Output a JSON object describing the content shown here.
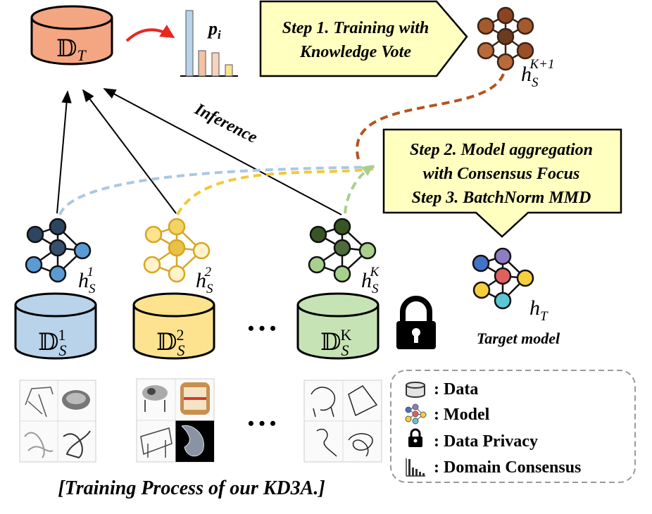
{
  "target_db": {
    "symbol": "𝔻",
    "sub": "T"
  },
  "prob_label": {
    "main": "p",
    "sub": "i"
  },
  "step1": {
    "line1": "Step 1. Training with",
    "line2": "Knowledge Vote"
  },
  "step23": {
    "line1": "Step 2. Model aggregation",
    "line2": "with Consensus Focus",
    "line3": "Step 3. BatchNorm MMD"
  },
  "inference_label": "Inference",
  "agg_model": {
    "h": "h",
    "sub": "S",
    "sup": "K+1"
  },
  "target_model": {
    "h": "h",
    "sub": "T",
    "caption": "Target model"
  },
  "sources": [
    {
      "db_symbol": "𝔻",
      "db_sub": "S",
      "db_sup": "1",
      "h": "h",
      "h_sub": "S",
      "h_sup": "1"
    },
    {
      "db_symbol": "𝔻",
      "db_sub": "S",
      "db_sup": "2",
      "h": "h",
      "h_sub": "S",
      "h_sup": "2"
    },
    {
      "db_symbol": "𝔻",
      "db_sub": "S",
      "db_sup": "K",
      "h": "h",
      "h_sub": "S",
      "h_sup": "K"
    }
  ],
  "ellipsis": "• • •",
  "legend": [
    {
      "icon": "database-icon",
      "label": ": Data"
    },
    {
      "icon": "network-icon",
      "label": ": Model"
    },
    {
      "icon": "lock-icon",
      "label": ": Data Privacy"
    },
    {
      "icon": "bar-chart-icon",
      "label": ": Domain Consensus"
    }
  ],
  "caption": "[Training Process of our KD3A.]",
  "colors": {
    "target_db": "#f4a582",
    "source1": "#b8d3ea",
    "source2": "#fde38f",
    "sourceK": "#c6e3b5",
    "step_box": "#ffffc0",
    "arrow_red": "#e8271f",
    "curve_orange": "#b5541c",
    "curve_blue": "#a9c8e4",
    "curve_yellow": "#f3c838",
    "curve_green": "#a8d08d"
  }
}
